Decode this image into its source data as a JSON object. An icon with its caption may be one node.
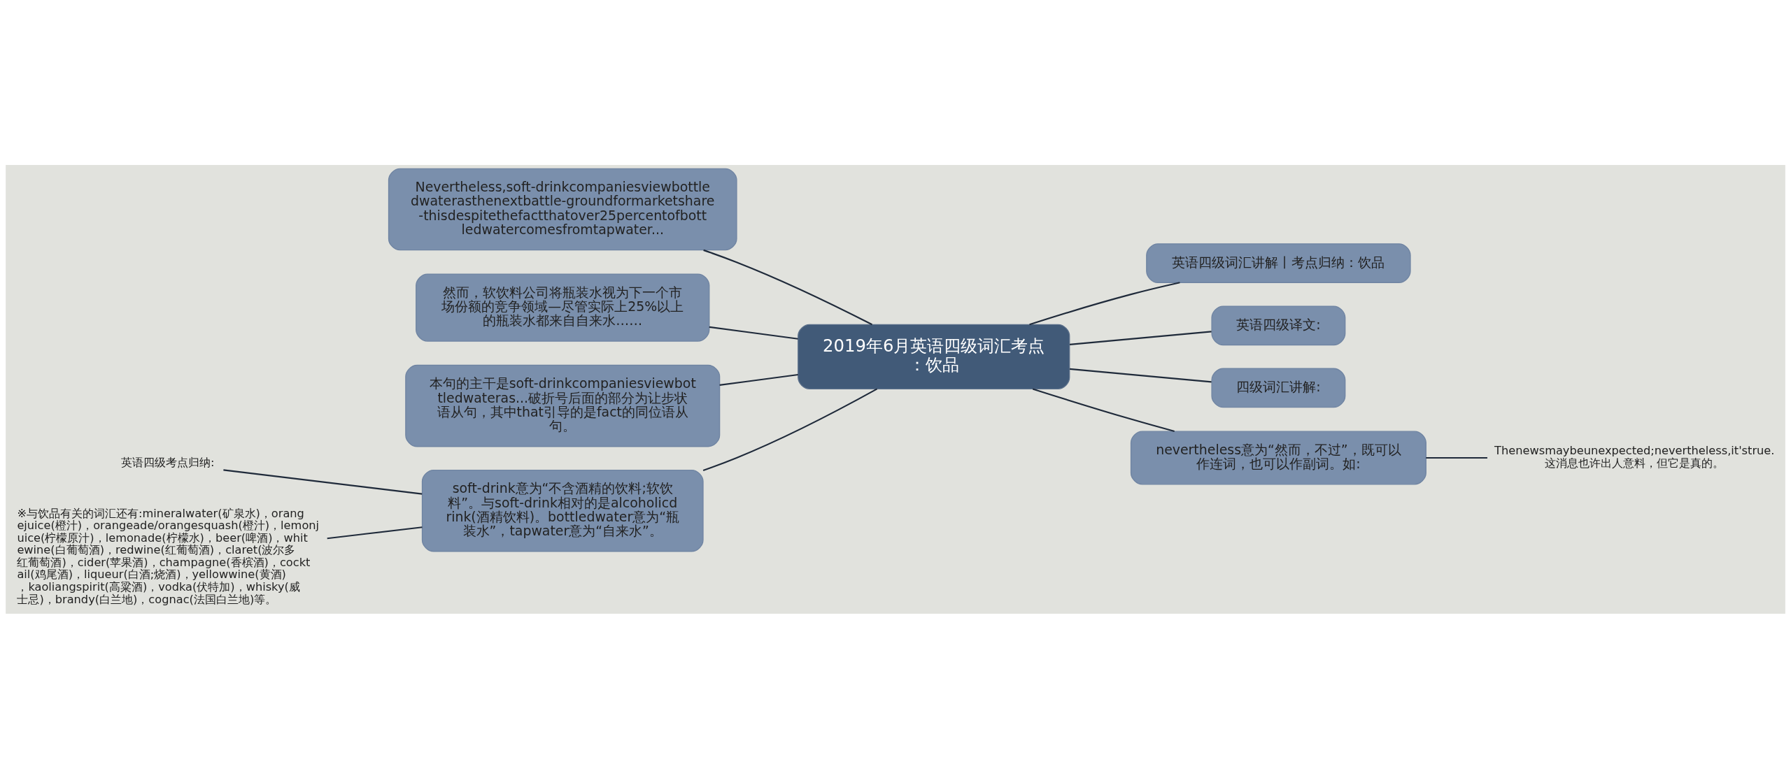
{
  "diagram": {
    "nodes": [
      {
        "text": [
          "2019年6月英语四级词汇考点：饮品"
        ]
      },
      {
        "text": [
          "Nevertheless,soft-drinkcompaniesviewbottledwaterasthenextbattle-groundformarketshare-thisdespitethefactthatover25percentofbottledwatercomesfromtapwater..."
        ]
      },
      {
        "text": [
          "然而，软饮料公司将瓶装水视为下一个市场份额的竞争领域—尽管实际上25%以上的瓶装水都来自自来水……"
        ]
      },
      {
        "text": [
          "本句的主干是soft-drinkcompaniesviewbottledwateras...破折号后面的部分为让步状语从句，其中that引导的是fact的同位语从句。"
        ]
      },
      {
        "text": [
          "soft-drink意为“不含酒精的饮料;软饮料”。与soft-drink相对的是alcoholicdrink(酒精饮料)。bottledwater意为“瓶装水”，tapwater意为“自来水”。"
        ]
      },
      {
        "text": [
          "英语四级词汇讲解丨考点归纳：饮品"
        ]
      },
      {
        "text": [
          "英语四级译文:"
        ]
      },
      {
        "text": [
          "四级词汇讲解:"
        ]
      },
      {
        "text": [
          "nevertheless意为“然而，不过”，既可以作连词，也可以作副词。如:"
        ]
      },
      {
        "text": [
          "Thenewsmaybeunexpected;nevertheless,it'strue.这消息也许出人意料，但它是真的。"
        ]
      },
      {
        "text": [
          "英语四级考点归纳:"
        ]
      },
      {
        "text": [
          "※与饮品有关的词汇还有:mineralwater(矿泉水)，orangejuice(橙汁)，orangeade/orangesquash(橙汁)，lemonjuice(柠檬原汁)，lemonade(柠檬水)，beer(啤酒)，whitewine(白葡萄酒)，redwine(红葡萄酒)，claret(波尔多红葡萄酒)，cider(苹果酒)，champagne(香槟酒)，cocktail(鸡尾酒)，liqueur(白酒;烧酒)，yellowwine(黄酒)，kaoliangspirit(高粱酒)，vodka(伏特加)，whisky(威士忌)，brandy(白兰地)，cognac(法国白兰地)等。"
        ]
      }
    ],
    "edges": [
      {
        "from": 0,
        "to": 1,
        "arrow": "none"
      },
      {
        "from": 0,
        "to": 2,
        "arrow": "none"
      },
      {
        "from": 0,
        "to": 3,
        "arrow": "none"
      },
      {
        "from": 0,
        "to": 4,
        "arrow": "none"
      },
      {
        "from": 0,
        "to": 5,
        "arrow": "none"
      },
      {
        "from": 0,
        "to": 6,
        "arrow": "none"
      },
      {
        "from": 0,
        "to": 7,
        "arrow": "none"
      },
      {
        "from": 0,
        "to": 8,
        "arrow": "none"
      },
      {
        "from": 8,
        "to": 9,
        "arrow": "none"
      },
      {
        "from": 4,
        "to": 10,
        "arrow": "none"
      },
      {
        "from": 4,
        "to": 11,
        "arrow": "none"
      }
    ]
  }
}
